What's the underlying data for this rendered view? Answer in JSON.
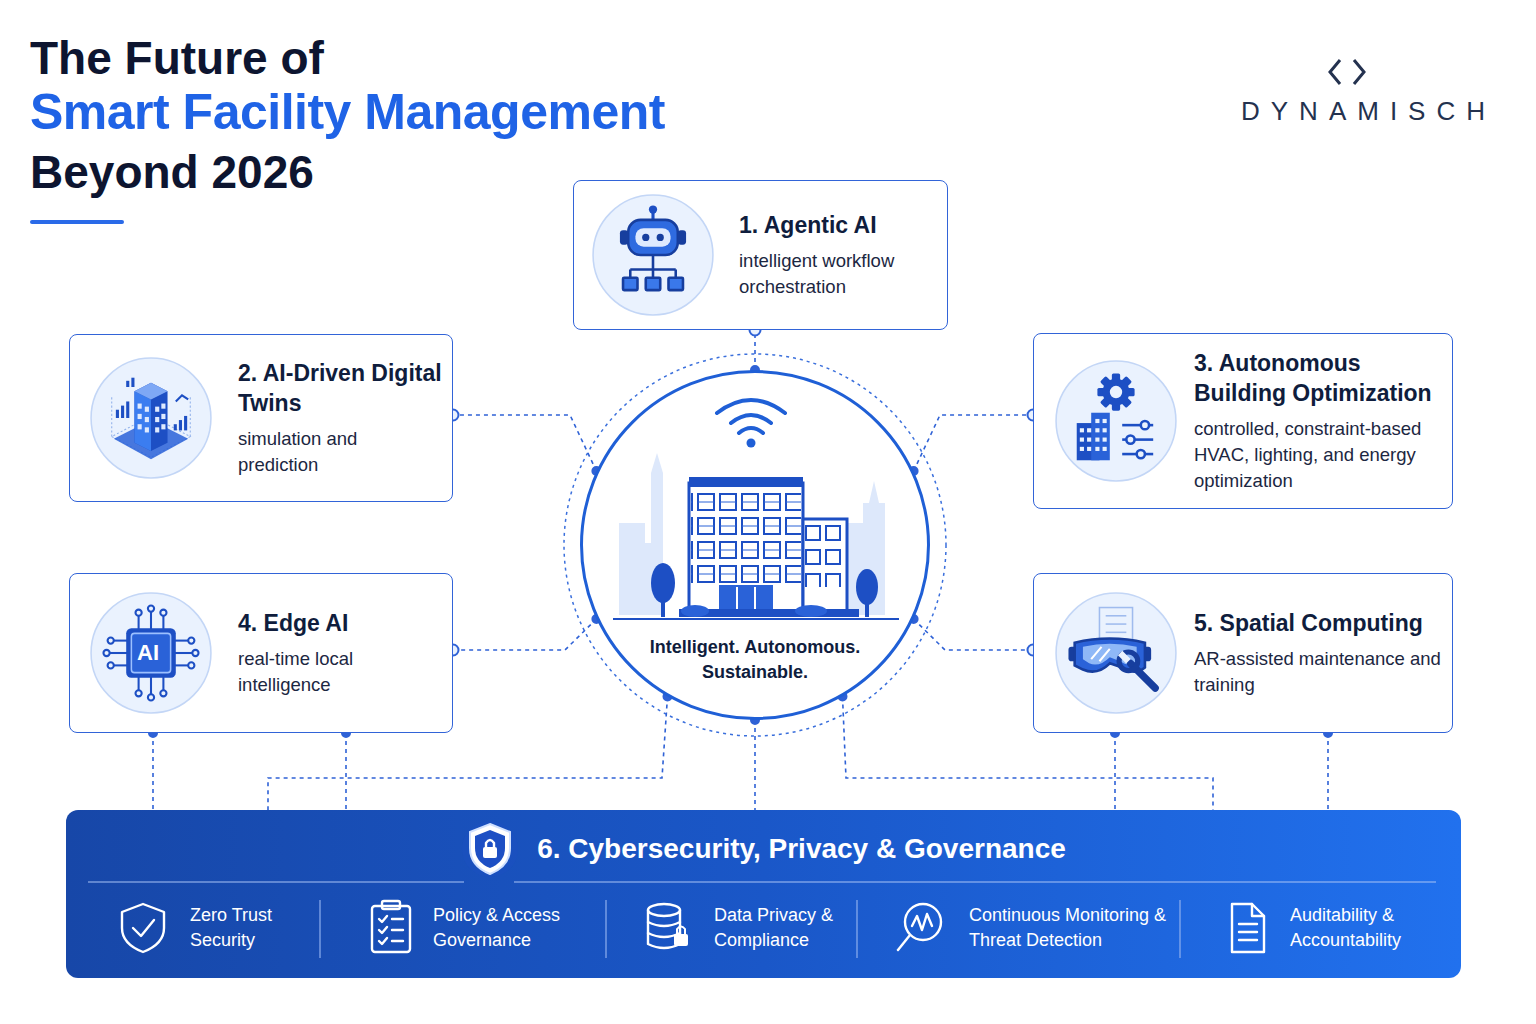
{
  "diagram": {
    "title": "Smart Facility Management",
    "nodes": [
      {
        "text": [
          "1. Agentic AI",
          "intelligent workflow orchestration"
        ]
      },
      {
        "text": [
          "2. AI-Driven Digital Twins",
          "simulation and prediction"
        ]
      },
      {
        "text": [
          "3. Autonomous Building Optimization",
          "controlled, constraint-based HVAC, lighting, and energy optimization"
        ]
      },
      {
        "text": [
          "Intelligent. Autonomous. Sustainable."
        ]
      },
      {
        "text": [
          "4. Edge AI",
          "real-time local intelligence"
        ]
      },
      {
        "text": [
          "5. Spatial Computing",
          "AR-assisted maintenance and training"
        ]
      },
      {
        "text": [
          "6. Cybersecurity, Privacy & Governance"
        ]
      }
    ],
    "edges": [
      {
        "from": 3,
        "to": 0,
        "arrow": "none"
      },
      {
        "from": 3,
        "to": 1,
        "arrow": "none"
      },
      {
        "from": 3,
        "to": 2,
        "arrow": "none"
      },
      {
        "from": 3,
        "to": 4,
        "arrow": "none"
      },
      {
        "from": 3,
        "to": 5,
        "arrow": "none"
      },
      {
        "from": 3,
        "to": 6,
        "arrow": "none"
      },
      {
        "from": 3,
        "to": 6,
        "arrow": "none"
      },
      {
        "from": 3,
        "to": 6,
        "arrow": "none"
      },
      {
        "from": 4,
        "to": 6,
        "arrow": "none"
      },
      {
        "from": 4,
        "to": 6,
        "arrow": "none"
      },
      {
        "from": 5,
        "to": 6,
        "arrow": "none"
      },
      {
        "from": 5,
        "to": 6,
        "arrow": "none"
      }
    ],
    "labels": [
      "The Future of",
      "Beyond 2026",
      "DYNAMISCH",
      "AI",
      "Zero Trust Security",
      "Policy & Access Governance",
      "Data Privacy & Compliance",
      "Continuous Monitoring & Threat Detection",
      "Auditability & Accountability"
    ]
  }
}
